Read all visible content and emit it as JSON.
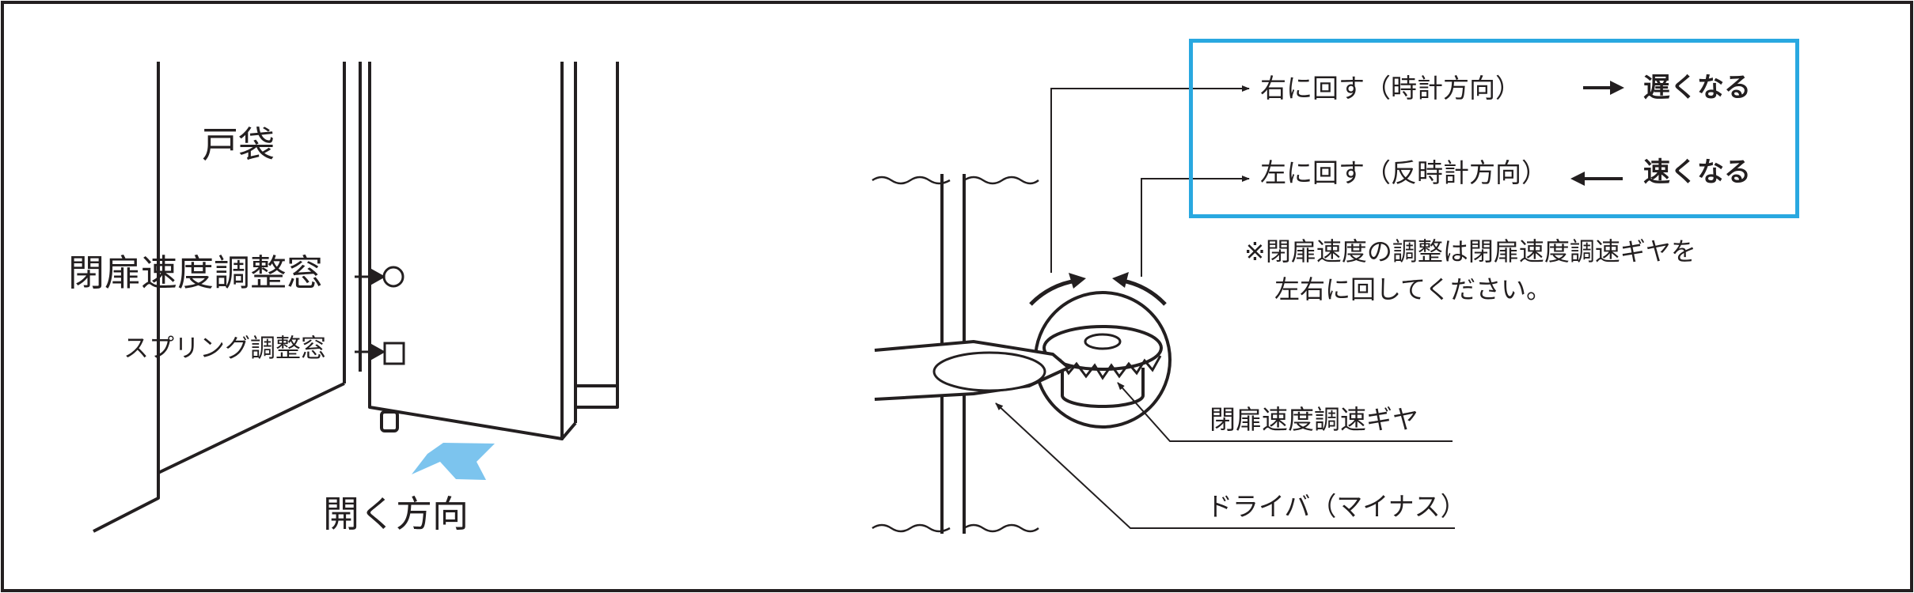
{
  "colors": {
    "line": "#231f20",
    "accent_blue": "#29a8e0",
    "arrow_blue": "#7cc4ee",
    "background": "#ffffff"
  },
  "left_panel": {
    "pocket_label": "戸袋",
    "speed_window_label": "閉扉速度調整窓",
    "spring_window_label": "スプリング調整窓",
    "open_direction_label": "開く方向"
  },
  "info_box": {
    "row1_text": "右に回す（時計方向）",
    "row1_result": "遅くなる",
    "row2_text": "左に回す（反時計方向）",
    "row2_result": "速くなる"
  },
  "note": {
    "line1": "※閉扉速度の調整は閉扉速度調速ギヤを",
    "line2": "左右に回してください。"
  },
  "right_panel": {
    "gear_label": "閉扉速度調速ギヤ",
    "driver_label": "ドライバ（マイナス）"
  }
}
